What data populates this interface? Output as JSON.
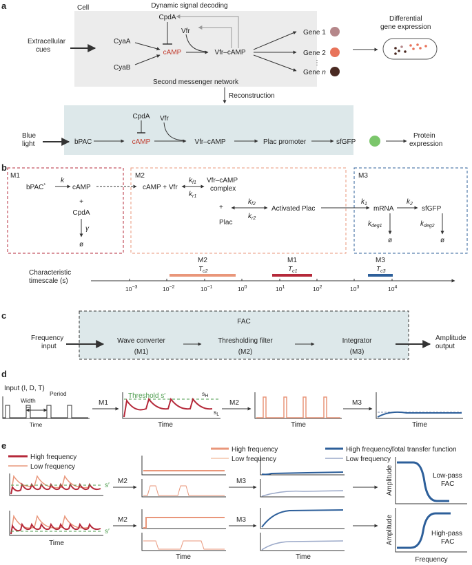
{
  "panels": {
    "a": "a",
    "b": "b",
    "c": "c",
    "d": "d",
    "e": "e"
  },
  "colors": {
    "cell_bg": "#ececec",
    "recon_bg": "#dde8ea",
    "fac_bg": "#dde8ea",
    "m1": "#b5293a",
    "m2": "#e9967a",
    "m3": "#2d5f9a",
    "camp": "#c0392b",
    "gene1": "#b5878a",
    "gene2": "#e8735a",
    "genen": "#4a2a22",
    "sfgfp": "#7bc66b"
  },
  "a": {
    "cell_label": "Cell",
    "title": "Dynamic signal decoding",
    "extracellular": [
      "Extracellular",
      "cues"
    ],
    "cpda": "CpdA",
    "cyaa": "CyaA",
    "cyab": "CyaB",
    "camp": "cAMP",
    "vfr": "Vfr",
    "vfr_camp": "Vfr–cAMP",
    "gene1": "Gene 1",
    "gene2": "Gene 2",
    "genen": "Gene",
    "genen_n": "n",
    "dots": "⋮",
    "differential": [
      "Differential",
      "gene expression"
    ],
    "second_messenger": "Second messenger network",
    "reconstruction": "Reconstruction",
    "blue_light": [
      "Blue",
      "light"
    ],
    "bpac": "bPAC",
    "cpda2": "CpdA",
    "camp2": "cAMP",
    "vfr2": "Vfr",
    "vfr_camp2": "Vfr–cAMP",
    "plac": "Plac promoter",
    "sfgfp": "sfGFP",
    "protein": [
      "Protein",
      "expression"
    ]
  },
  "b": {
    "m1": "M1",
    "m2": "M2",
    "m3": "M3",
    "bpac_star": "bPAC",
    "star": "*",
    "k": "k",
    "camp": "cAMP",
    "plus": "+",
    "cpda": "CpdA",
    "gamma": "γ",
    "null": "ø",
    "camp_vfr": "cAMP + Vfr",
    "kf1": "k",
    "kf1_sub": "f1",
    "kr1": "k",
    "kr1_sub": "r1",
    "complex": [
      "Vfr–cAMP",
      "complex"
    ],
    "plus2": "+",
    "plac": "Plac",
    "kf2": "k",
    "kf2_sub": "f2",
    "kr2": "k",
    "kr2_sub": "r2",
    "activated": "Activated Plac",
    "k1": "k",
    "k1_sub": "1",
    "mrna": "mRNA",
    "k2": "k",
    "k2_sub": "2",
    "sfgfp": "sfGFP",
    "kdeg1": "k",
    "kdeg1_sub": "deg1",
    "kdeg2": "k",
    "kdeg2_sub": "deg2",
    "null2": "ø",
    "null3": "ø",
    "timescale_label": [
      "Characteristic",
      "timescale (s)"
    ],
    "bar_labels": [
      {
        "m": "M2",
        "t": "T",
        "sub": "c2"
      },
      {
        "m": "M1",
        "t": "T",
        "sub": "c1"
      },
      {
        "m": "M3",
        "t": "T",
        "sub": "c3"
      }
    ],
    "ticks": [
      {
        "base": "10",
        "exp": "−3"
      },
      {
        "base": "10",
        "exp": "−2"
      },
      {
        "base": "10",
        "exp": "−1"
      },
      {
        "base": "10",
        "exp": "0"
      },
      {
        "base": "10",
        "exp": "1"
      },
      {
        "base": "10",
        "exp": "2"
      },
      {
        "base": "10",
        "exp": "3"
      },
      {
        "base": "10",
        "exp": "4"
      }
    ]
  },
  "c": {
    "fac": "FAC",
    "freq_input": [
      "Frequency",
      "input"
    ],
    "wave": "Wave converter",
    "wave_m": "(M1)",
    "thresh": "Thresholding filter",
    "thresh_m": "(M2)",
    "integ": "Integrator",
    "integ_m": "(M3)",
    "amp_output": [
      "Amplitude",
      "output"
    ]
  },
  "d": {
    "input": "Input (I, D, T)",
    "width": "Width",
    "period": "Period",
    "time": "Time",
    "m1": "M1",
    "m2": "M2",
    "m3": "M3",
    "threshold": "Threshold s′",
    "sh": "s",
    "sh_sub": "H",
    "sl": "s",
    "sl_sub": "L",
    "time2": "Time",
    "time3": "Time",
    "time4": "Time"
  },
  "e": {
    "high": "High frequency",
    "low": "Low frequency",
    "high2": "High frequency",
    "low2": "Low frequency",
    "high3": "High frequency",
    "low3": "Low frequency",
    "s1": "s′",
    "s2": "s′",
    "m2a": "M2",
    "m3a": "M3",
    "m2b": "M2",
    "m3b": "M3",
    "time1": "Time",
    "time2": "Time",
    "time3": "Time",
    "frequency": "Frequency",
    "total": "Total transfer function",
    "amp1": "Amplitude",
    "amp2": "Amplitude",
    "lowpass": [
      "Low-pass",
      "FAC"
    ],
    "highpass": [
      "High-pass",
      "FAC"
    ]
  }
}
